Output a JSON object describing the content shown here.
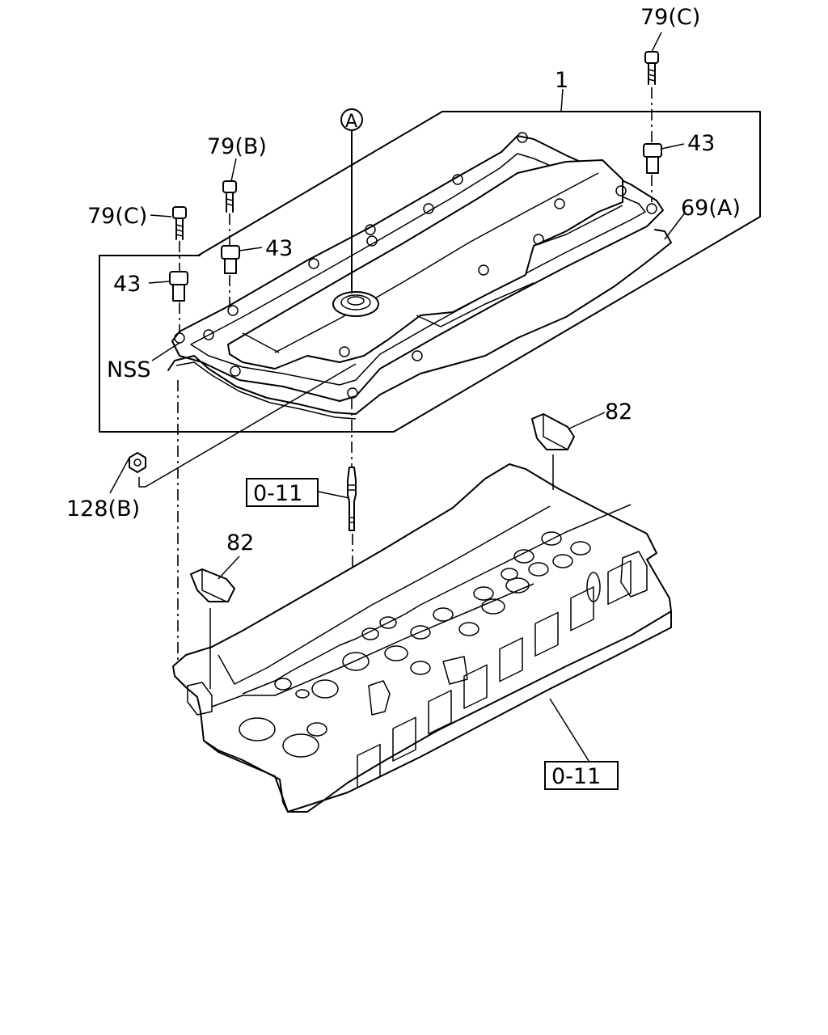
{
  "callouts": {
    "part_1": "1",
    "part_79c_top": "79(C)",
    "part_79b": "79(B)",
    "part_79c_left": "79(C)",
    "part_43_right": "43",
    "part_43_mid": "43",
    "part_43_left": "43",
    "part_69a": "69(A)",
    "ref_a": "A",
    "nss": "NSS",
    "part_128b": "128(B)",
    "part_82_top": "82",
    "part_82_left": "82",
    "ref_box_upper": "0-11",
    "ref_box_lower": "0-11"
  }
}
